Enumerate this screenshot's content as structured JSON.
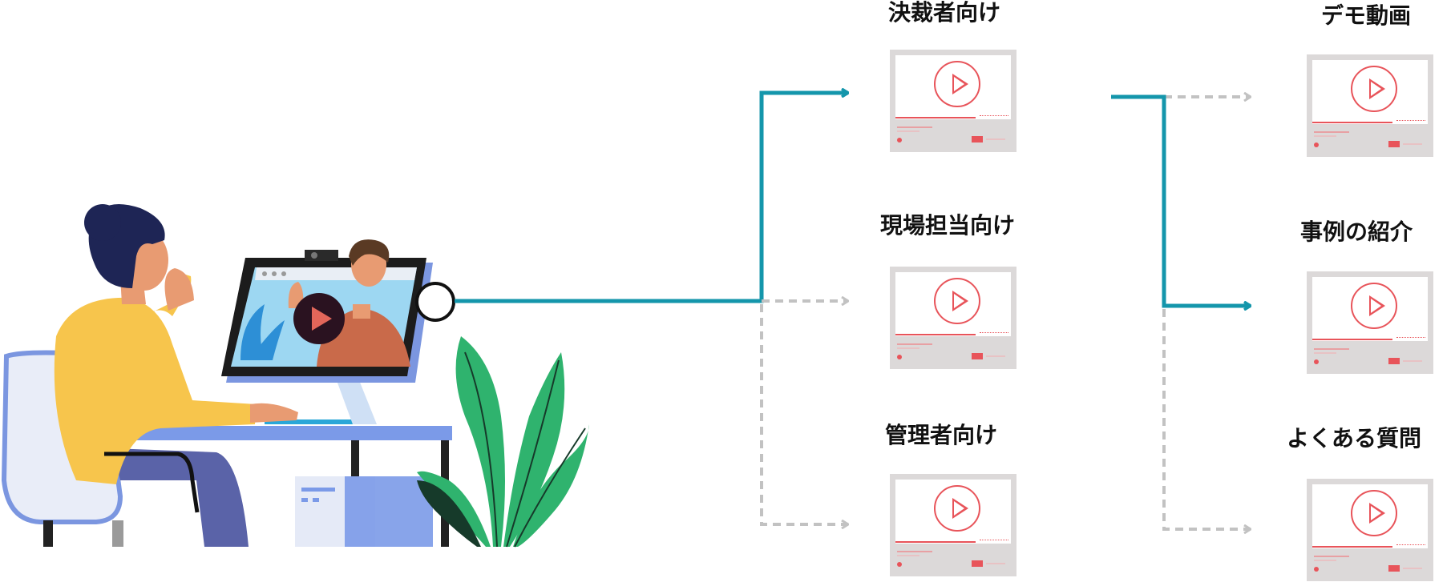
{
  "labels": {
    "decision_makers": "決裁者向け",
    "field_staff": "現場担当向け",
    "administrators": "管理者向け",
    "demo_video": "デモ動画",
    "case_studies": "事例の紹介",
    "faq": "よくある質問"
  },
  "colors": {
    "active_arrow": "#1496ab",
    "inactive_arrow": "#c2c2c2",
    "accent_red": "#e8545a"
  },
  "icons": [
    "video-player-thumbnail-icon",
    "play-icon",
    "person-illustration",
    "monitor-illustration",
    "plant-illustration"
  ]
}
